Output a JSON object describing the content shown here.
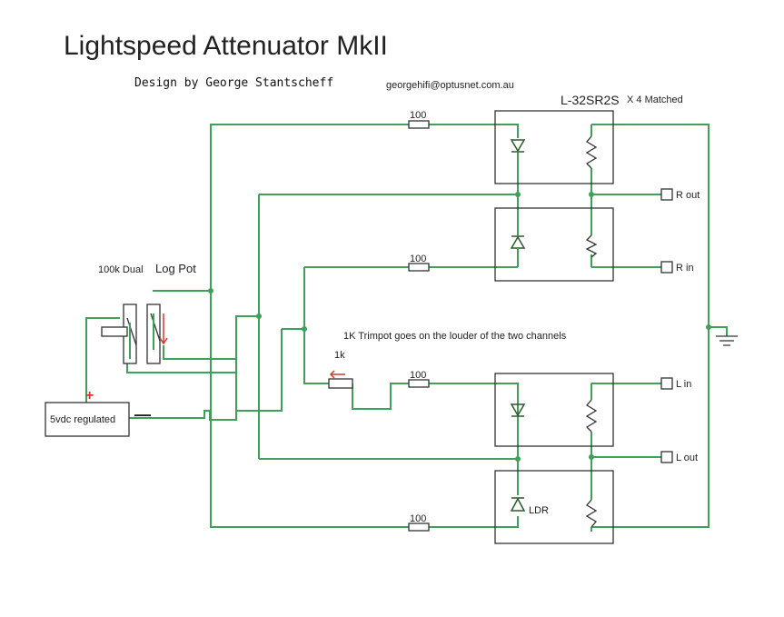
{
  "title": "Lightspeed Attenuator MkII",
  "credit": "Design by George Stantscheff",
  "email": "georgehifi@optusnet.com.au",
  "part_number": "L-32SR2S",
  "part_qty": "X 4 Matched",
  "pot_label_small": "100k Dual",
  "pot_label_large": "Log Pot",
  "supply_label": "5vdc regulated",
  "supply_plus": "+",
  "supply_minus": "—",
  "trimpot_note": "1K Trimpot goes on the louder of the two channels",
  "trimpot_value": "1k",
  "resistor_value": "100",
  "ldr_label": "LDR",
  "terminals": {
    "r_out": "R out",
    "r_in": "R in",
    "l_in": "L in",
    "l_out": "L out"
  },
  "colors": {
    "wire": "#3fa05a",
    "plus": "#d23a2a"
  },
  "icons": [
    "ground-icon",
    "diode-icon",
    "ldr-resistor-icon",
    "resistor-icon",
    "potentiometer-icon",
    "trimpot-icon"
  ]
}
